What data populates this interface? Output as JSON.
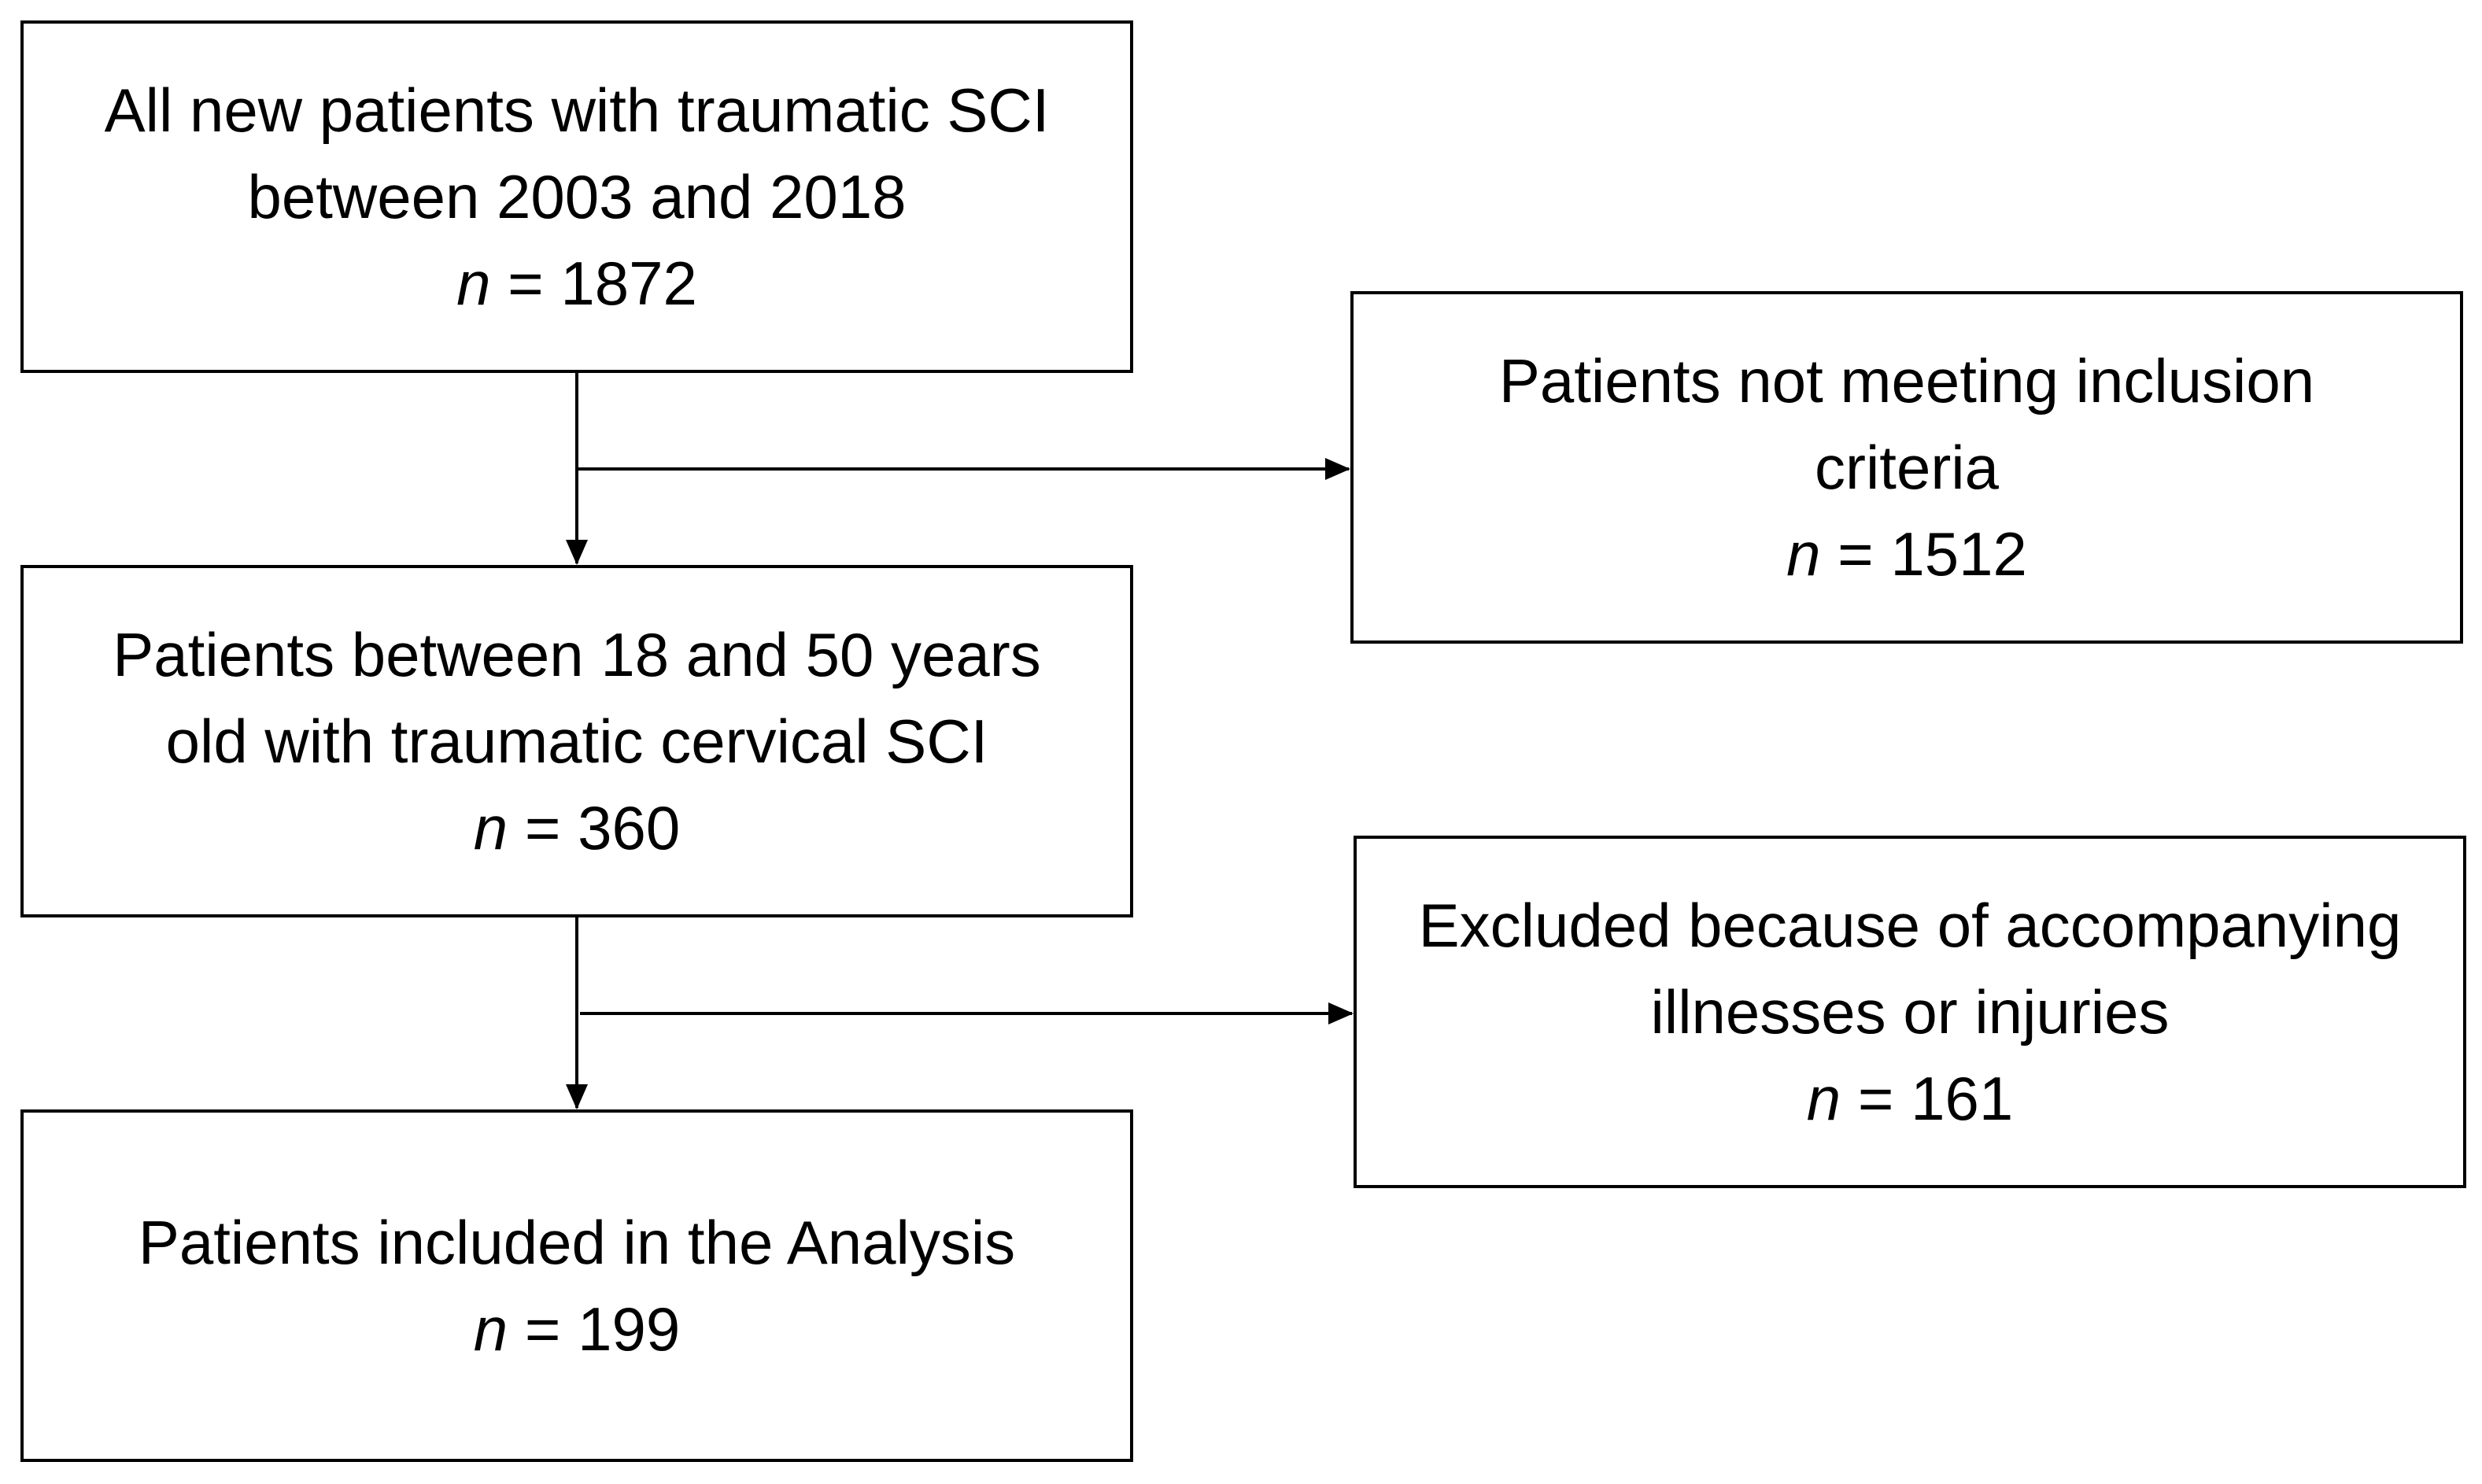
{
  "boxes": {
    "all_patients": {
      "lines": [
        "All new patients with traumatic SCI",
        "between 2003 and 2018"
      ],
      "n_symbol": "n",
      "n_value": "= 1872"
    },
    "not_meeting_criteria": {
      "lines": [
        "Patients not meeting inclusion",
        "criteria"
      ],
      "n_symbol": "n",
      "n_value": "= 1512"
    },
    "eligible": {
      "lines": [
        "Patients between 18 and 50 years",
        "old with traumatic cervical SCI"
      ],
      "n_symbol": "n",
      "n_value": "= 360"
    },
    "excluded": {
      "lines": [
        "Excluded because of accompanying",
        "illnesses or injuries"
      ],
      "n_symbol": "n",
      "n_value": "= 161"
    },
    "included": {
      "lines": [
        "Patients included in the Analysis"
      ],
      "n_symbol": "n",
      "n_value": "= 199"
    }
  },
  "colors": {
    "line": "#000000",
    "background": "#ffffff"
  }
}
